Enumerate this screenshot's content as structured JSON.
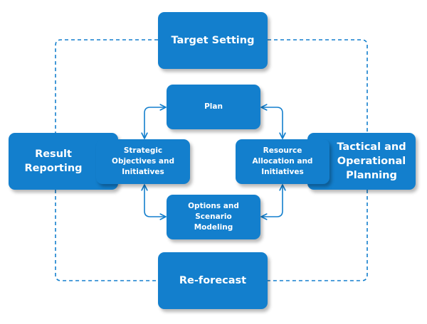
{
  "diagram": {
    "colors": {
      "box_fill": "#137fcd",
      "box_text": "#ffffff",
      "connector": "#137fcd"
    },
    "outer_nodes": {
      "target_setting": {
        "lines": [
          "Target Setting"
        ]
      },
      "result_reporting": {
        "lines": [
          "Result",
          "Reporting"
        ]
      },
      "tactical_planning": {
        "lines": [
          "Tactical and",
          "Operational",
          "Planning"
        ]
      },
      "re_forecast": {
        "lines": [
          "Re-forecast"
        ]
      }
    },
    "inner_nodes": {
      "plan": {
        "lines": [
          "Plan"
        ]
      },
      "strategic": {
        "lines": [
          "Strategic",
          "Objectives and",
          "Initiatives"
        ]
      },
      "resource": {
        "lines": [
          "Resource",
          "Allocation and",
          "Initiatives"
        ]
      },
      "options": {
        "lines": [
          "Options and",
          "Scenario",
          "Modeling"
        ]
      }
    },
    "connectors": {
      "outer_loop_style": "dashed",
      "inner_loop_style": "solid with double-headed arrows"
    }
  }
}
